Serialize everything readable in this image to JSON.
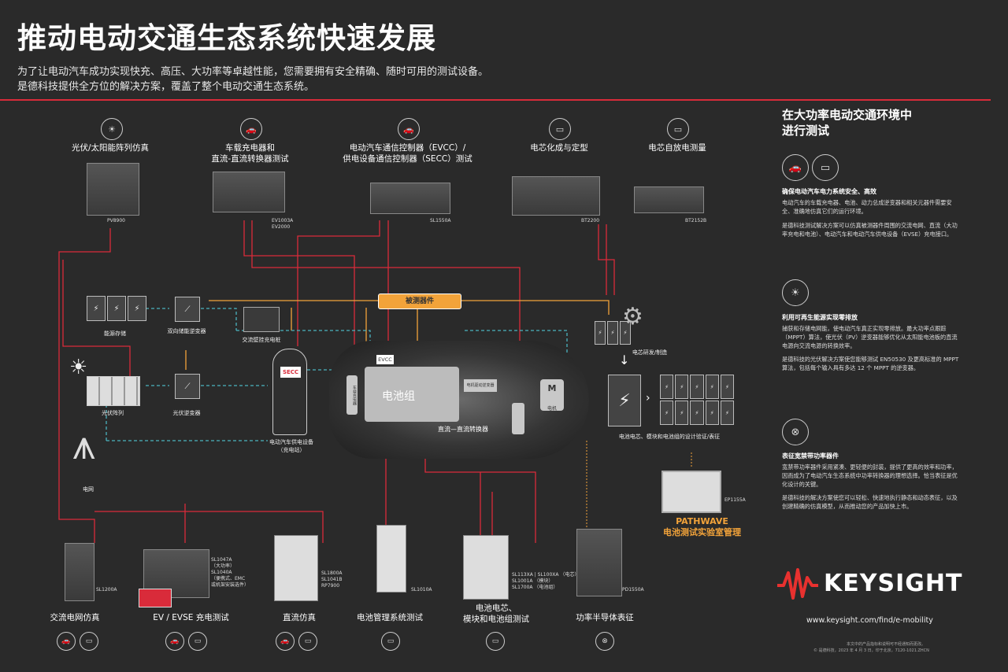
{
  "header": {
    "title": "推动电动交通生态系统快速发展",
    "subtitle_line1": "为了让电动汽车成功实现快充、高压、大功率等卓越性能，您需要拥有安全精确、随时可用的测试设备。",
    "subtitle_line2": "是德科技提供全方位的解决方案，覆盖了整个电动交通生态系统。"
  },
  "top_categories": [
    {
      "title": "光伏/太阳能阵列仿真",
      "models": "PV8900",
      "icon": "solar-panel-icon"
    },
    {
      "title": "车载充电器和\n直流-直流转换器测试",
      "models": "EV1003A\nEV2000",
      "icon": "charger-icon"
    },
    {
      "title": "电动汽车通信控制器（EVCC）/\n供电设备通信控制器（SECC）测试",
      "models": "SL1550A",
      "icon": "car-icon"
    },
    {
      "title": "电芯化成与定型",
      "models": "BT2200",
      "icon": "battery-icon"
    },
    {
      "title": "电芯自放电测量",
      "models": "BT2152B",
      "icon": "battery-icon"
    }
  ],
  "diagram": {
    "dut_label": "被测器件",
    "energy_storage": "能源存储",
    "bidirectional_inverter": "双向储能逆变器",
    "wall_charger": "交流壁挂充电桩",
    "pv_array": "光伏阵列",
    "pv_inverter": "光伏逆变器",
    "grid": "电网",
    "evse": "电动汽车供电设备\n（充电站）",
    "secc": "SECC",
    "evcc": "EVCC",
    "battery_pack": "电池组",
    "obc": "车载充电器",
    "motor_inverter": "电机驱动逆变器",
    "motor": "电机",
    "motor_letter": "M",
    "dcdc": "直流—直流转换器",
    "cell_rd": "电芯研发/制造",
    "battery_validation": "电池电芯、模块和电池组的设计验证/表征",
    "pathwave": "PATHWAVE\n电池测试实验室管理",
    "pathwave_model": "EP1155A"
  },
  "bottom_categories": [
    {
      "title": "交流电网仿真",
      "models": "SL1200A",
      "icons": [
        "car-icon",
        "battery-icon"
      ]
    },
    {
      "title": "EV / EVSE 充电测试",
      "models": "SL1047A\n（大功率）\nSL1040A\n（便携式、EMC\n或机架安装选件）",
      "icons": [
        "car-icon",
        "battery-icon"
      ]
    },
    {
      "title": "直流仿真",
      "models": "SL1800A\nSL1041B\nRP7900",
      "icons": [
        "car-icon",
        "battery-icon"
      ]
    },
    {
      "title": "电池管理系统测试",
      "models": "SL1010A",
      "icons": [
        "battery-icon"
      ]
    },
    {
      "title": "电池电芯、\n模块和电池组测试",
      "models": "SL113XA | SL100XA （电芯）\nSL1001A （模块）\nSL1700A （电池组）",
      "icons": [
        "battery-icon"
      ]
    },
    {
      "title": "功率半导体表征",
      "models": "PD1550A",
      "icons": [
        "transistor-icon"
      ]
    }
  ],
  "right_panel": {
    "heading": "在大功率电动交通环境中\n进行测试",
    "sections": [
      {
        "title": "确保电动汽车电力系统安全、高效",
        "p1": "电动汽车的车载充电器、电池、动力总成逆变器和相关元器件需要安全、准确地仿真它们的运行环境。",
        "p2": "是德科技测试解决方案可以仿真被测器件周围的交流电网、直流（大功率充电和电池）、电动汽车和电动汽车供电设备（EVSE）充电接口。"
      },
      {
        "title": "利用可再生能源实现零排放",
        "p1": "捕获和存储电网能，使电动汽车真正实现零排放。最大功率点跟踪（MPPT）算法，使光伏（PV）逆变器能够优化从太阳能电池板的直流电源向交流电源的转换效率。",
        "p2": "是德科技的光伏解决方案使您能够测试 EN50530 及更高标准的 MPPT 算法，包括每个输入具有多达 12 个 MPPT 的逆变器。"
      },
      {
        "title": "表征宽禁带功率器件",
        "p1": "宽禁带功率器件采用紧凑、更轻便的封装，提供了更高的效率和功率，因而成为了电动汽车生态系统中功率转换器的理想选择。恰当表征是优化设计的关键。",
        "p2": "是德科技的解决方案使您可以轻松、快速地执行静态和动态表征，以及创建精确的仿真模型，从而推动您的产品加快上市。"
      }
    ]
  },
  "brand": {
    "name": "KEYSIGHT",
    "url": "www.keysight.com/find/e-mobility",
    "fine1": "本文中的产品指标和说明可不经通知而更改。",
    "fine2": "© 是德科技，2023 年 4 月 3 日，印于北京，7120-1021.ZHCN"
  },
  "colors": {
    "accent_red": "#d92b3a",
    "accent_orange": "#f2a33a",
    "teal": "#4bb3bf",
    "background": "#2a2a2a"
  }
}
